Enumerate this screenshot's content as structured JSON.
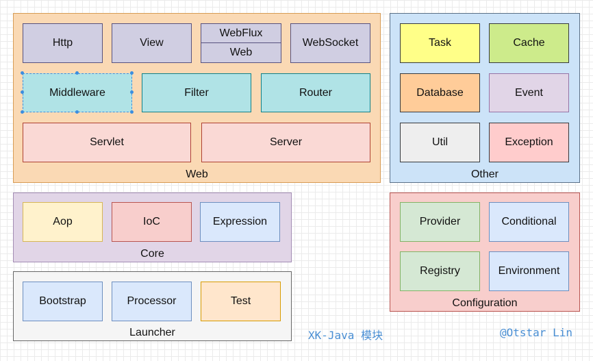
{
  "web": {
    "label": "Web",
    "http": "Http",
    "view": "View",
    "webflux": "WebFlux",
    "web_sub": "Web",
    "websocket": "WebSocket",
    "middleware": "Middleware",
    "filter": "Filter",
    "router": "Router",
    "servlet": "Servlet",
    "server": "Server"
  },
  "other": {
    "label": "Other",
    "task": "Task",
    "cache": "Cache",
    "database": "Database",
    "event": "Event",
    "util": "Util",
    "exception": "Exception"
  },
  "core": {
    "label": "Core",
    "aop": "Aop",
    "ioc": "IoC",
    "expression": "Expression"
  },
  "launcher": {
    "label": "Launcher",
    "bootstrap": "Bootstrap",
    "processor": "Processor",
    "test": "Test"
  },
  "configuration": {
    "label": "Configuration",
    "provider": "Provider",
    "conditional": "Conditional",
    "registry": "Registry",
    "environment": "Environment"
  },
  "watermark": {
    "left": "XK-Java 模块",
    "right": "@Otstar Lin"
  },
  "colors": {
    "web_group": "#fad9b4",
    "other_group": "#cce3f8",
    "core_group": "#e1d5e7",
    "launcher_group": "#f5f5f5",
    "configuration_group": "#f8cecc",
    "selection": "#3b8ee0"
  }
}
